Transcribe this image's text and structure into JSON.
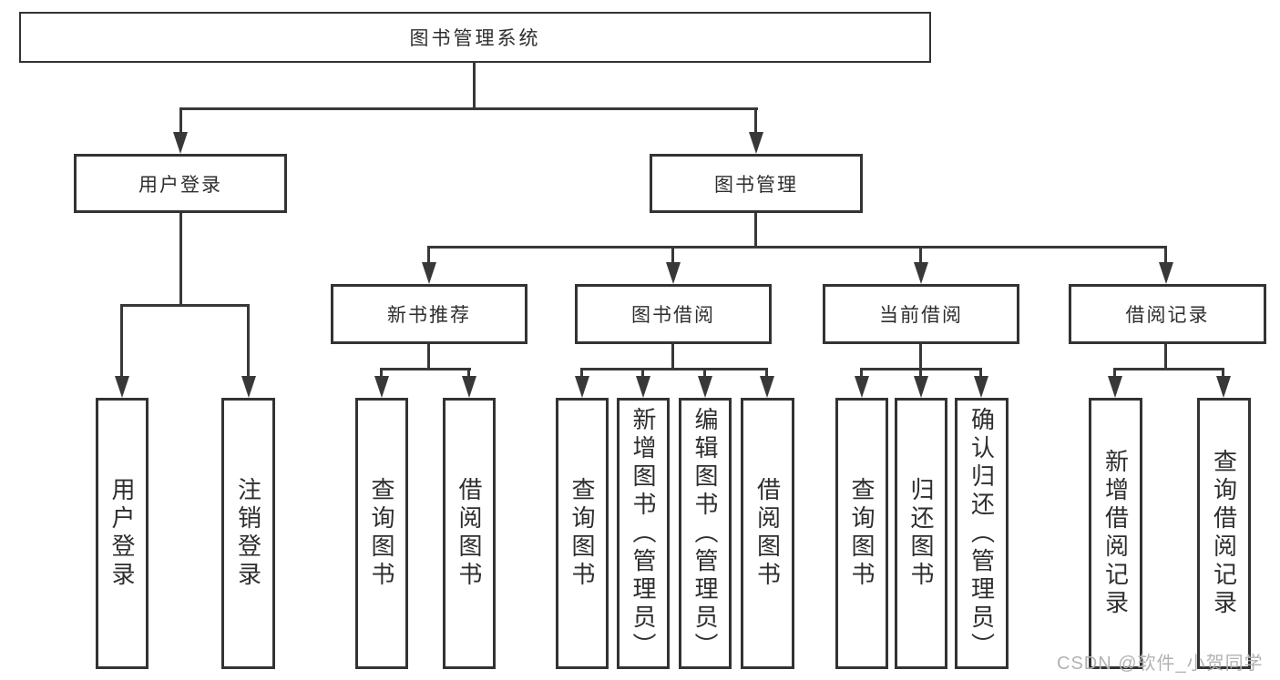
{
  "tree": {
    "label": "图书管理系统",
    "children": [
      {
        "label": "用户登录",
        "children": [
          {
            "label": "用户登录"
          },
          {
            "label": "注销登录"
          }
        ]
      },
      {
        "label": "图书管理",
        "children": [
          {
            "label": "新书推荐",
            "children": [
              {
                "label": "查询图书"
              },
              {
                "label": "借阅图书"
              }
            ]
          },
          {
            "label": "图书借阅",
            "children": [
              {
                "label": "查询图书"
              },
              {
                "label": "新增图书（管理员）"
              },
              {
                "label": "编辑图书（管理员）"
              },
              {
                "label": "借阅图书"
              }
            ]
          },
          {
            "label": "当前借阅",
            "children": [
              {
                "label": "查询图书"
              },
              {
                "label": "归还图书"
              },
              {
                "label": "确认归还（管理员）"
              }
            ]
          },
          {
            "label": "借阅记录",
            "children": [
              {
                "label": "新增借阅记录"
              },
              {
                "label": "查询借阅记录"
              }
            ]
          }
        ]
      }
    ]
  },
  "watermark": {
    "text": "CSDN @软件_小贺同学"
  },
  "colors": {
    "line": "#383838",
    "border": "#333333",
    "text": "#2e2e2e",
    "bg": "#ffffff",
    "watermark": "#b2b2b2"
  }
}
